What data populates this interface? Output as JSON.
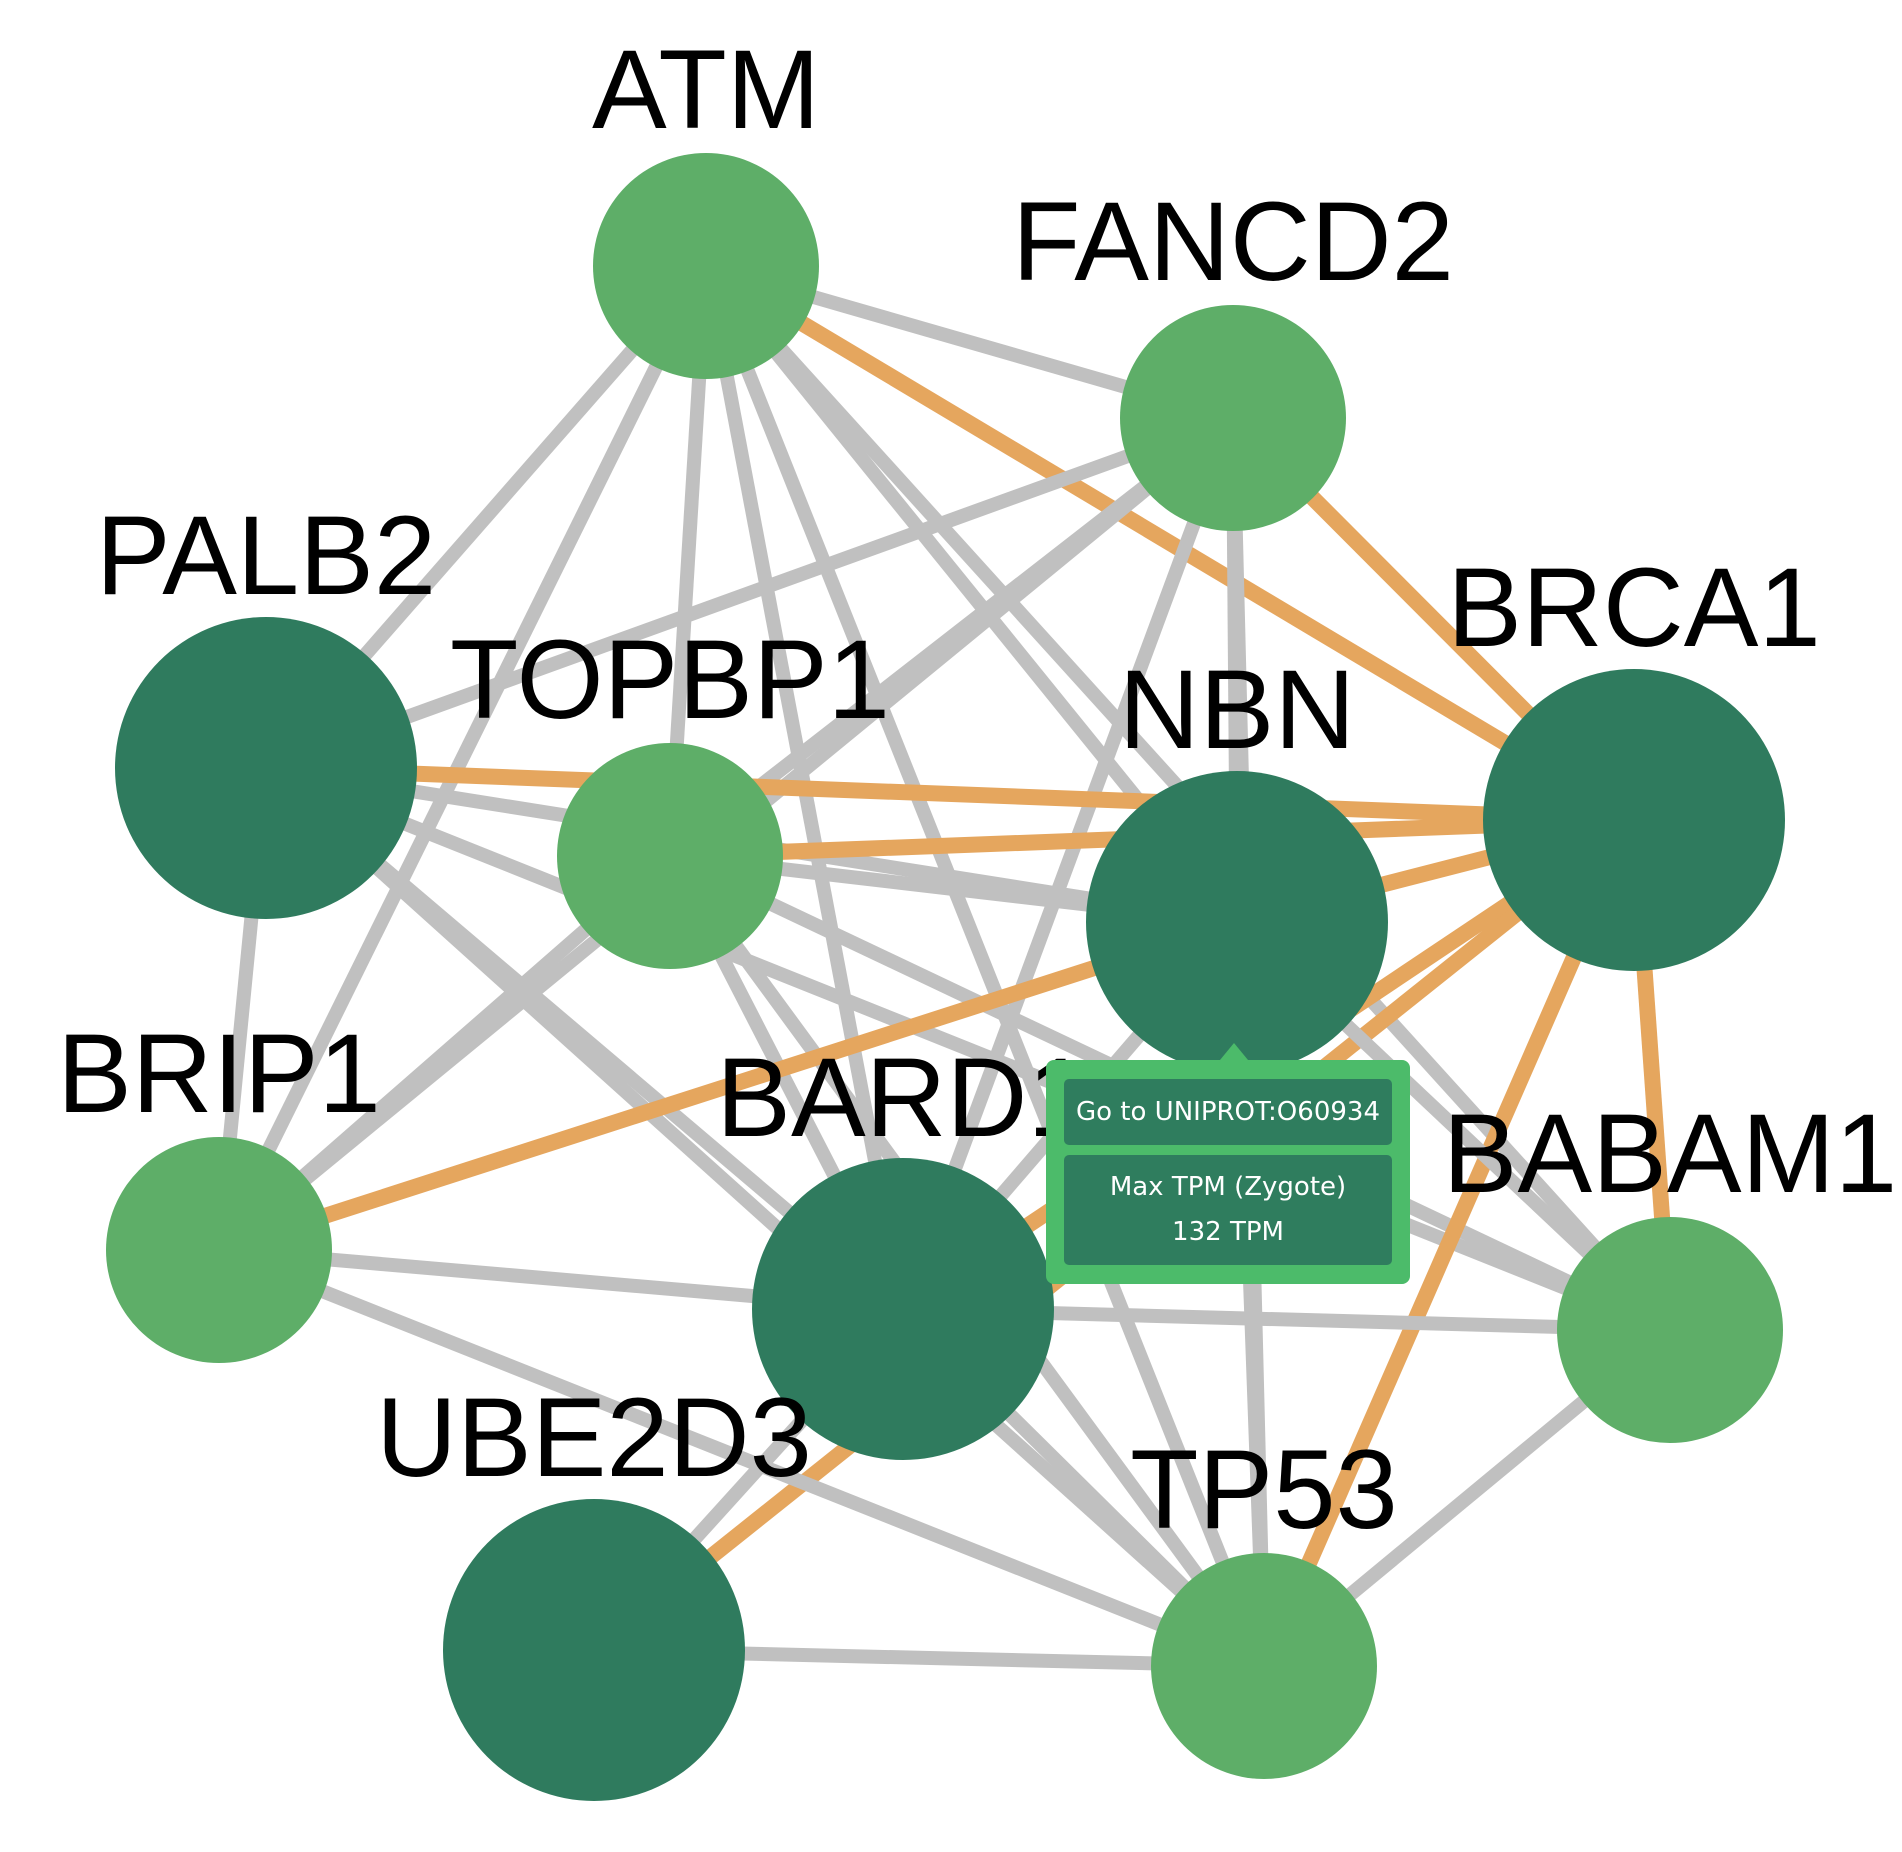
{
  "network": {
    "nodes": [
      {
        "id": "ATM",
        "label": "ATM",
        "style": "light"
      },
      {
        "id": "FANCD2",
        "label": "FANCD2",
        "style": "light"
      },
      {
        "id": "PALB2",
        "label": "PALB2",
        "style": "dark"
      },
      {
        "id": "TOPBP1",
        "label": "TOPBP1",
        "style": "light"
      },
      {
        "id": "NBN",
        "label": "NBN",
        "style": "dark"
      },
      {
        "id": "BRCA1",
        "label": "BRCA1",
        "style": "dark"
      },
      {
        "id": "BRIP1",
        "label": "BRIP1",
        "style": "light"
      },
      {
        "id": "BARD1",
        "label": "BARD1",
        "style": "dark"
      },
      {
        "id": "BABAM1",
        "label": "BABAM1",
        "style": "light"
      },
      {
        "id": "UBE2D3",
        "label": "UBE2D3",
        "style": "dark"
      },
      {
        "id": "TP53",
        "label": "TP53",
        "style": "light"
      }
    ],
    "edges": [
      {
        "source": "ATM",
        "target": "FANCD2",
        "type": "grey"
      },
      {
        "source": "ATM",
        "target": "BRCA1",
        "type": "orange"
      },
      {
        "source": "ATM",
        "target": "PALB2",
        "type": "grey"
      },
      {
        "source": "ATM",
        "target": "TOPBP1",
        "type": "grey"
      },
      {
        "source": "ATM",
        "target": "NBN",
        "type": "grey"
      },
      {
        "source": "ATM",
        "target": "BRIP1",
        "type": "grey"
      },
      {
        "source": "ATM",
        "target": "BARD1",
        "type": "grey"
      },
      {
        "source": "ATM",
        "target": "TP53",
        "type": "grey"
      },
      {
        "source": "ATM",
        "target": "BABAM1",
        "type": "grey"
      },
      {
        "source": "FANCD2",
        "target": "BRCA1",
        "type": "orange"
      },
      {
        "source": "FANCD2",
        "target": "PALB2",
        "type": "grey"
      },
      {
        "source": "FANCD2",
        "target": "NBN",
        "type": "grey"
      },
      {
        "source": "FANCD2",
        "target": "BRIP1",
        "type": "grey"
      },
      {
        "source": "FANCD2",
        "target": "TOPBP1",
        "type": "grey"
      },
      {
        "source": "FANCD2",
        "target": "TP53",
        "type": "grey"
      },
      {
        "source": "FANCD2",
        "target": "BARD1",
        "type": "grey"
      },
      {
        "source": "PALB2",
        "target": "BRCA1",
        "type": "orange"
      },
      {
        "source": "PALB2",
        "target": "NBN",
        "type": "grey"
      },
      {
        "source": "PALB2",
        "target": "BRIP1",
        "type": "grey"
      },
      {
        "source": "PALB2",
        "target": "BARD1",
        "type": "grey"
      },
      {
        "source": "PALB2",
        "target": "TP53",
        "type": "grey"
      },
      {
        "source": "PALB2",
        "target": "BABAM1",
        "type": "grey"
      },
      {
        "source": "TOPBP1",
        "target": "BRCA1",
        "type": "orange"
      },
      {
        "source": "TOPBP1",
        "target": "NBN",
        "type": "grey"
      },
      {
        "source": "TOPBP1",
        "target": "BRIP1",
        "type": "grey"
      },
      {
        "source": "TOPBP1",
        "target": "BARD1",
        "type": "grey"
      },
      {
        "source": "TOPBP1",
        "target": "TP53",
        "type": "grey"
      },
      {
        "source": "TOPBP1",
        "target": "BABAM1",
        "type": "grey"
      },
      {
        "source": "NBN",
        "target": "BRCA1",
        "type": "orange"
      },
      {
        "source": "NBN",
        "target": "BRIP1",
        "type": "orange"
      },
      {
        "source": "NBN",
        "target": "BARD1",
        "type": "grey"
      },
      {
        "source": "NBN",
        "target": "TP53",
        "type": "grey"
      },
      {
        "source": "BRCA1",
        "target": "BARD1",
        "type": "orange"
      },
      {
        "source": "BRCA1",
        "target": "BABAM1",
        "type": "orange"
      },
      {
        "source": "BRCA1",
        "target": "TP53",
        "type": "orange"
      },
      {
        "source": "BRCA1",
        "target": "UBE2D3",
        "type": "orange"
      },
      {
        "source": "BRIP1",
        "target": "BARD1",
        "type": "grey"
      },
      {
        "source": "BRIP1",
        "target": "TP53",
        "type": "grey"
      },
      {
        "source": "BARD1",
        "target": "BABAM1",
        "type": "grey"
      },
      {
        "source": "BARD1",
        "target": "TP53",
        "type": "grey"
      },
      {
        "source": "BARD1",
        "target": "UBE2D3",
        "type": "grey"
      },
      {
        "source": "UBE2D3",
        "target": "TP53",
        "type": "grey"
      },
      {
        "source": "TP53",
        "target": "BABAM1",
        "type": "grey"
      },
      {
        "source": "NBN",
        "target": "BABAM1",
        "type": "grey"
      }
    ],
    "colors": {
      "node_light": "#5eae68",
      "node_dark": "#2f7b5e",
      "edge_grey": "#c0c0c0",
      "edge_orange": "#e5a65e"
    }
  },
  "tooltip": {
    "link_label": "Go to UNIPROT:O60934",
    "metric_label": "Max TPM (Zygote)",
    "metric_value": "132 TPM"
  }
}
